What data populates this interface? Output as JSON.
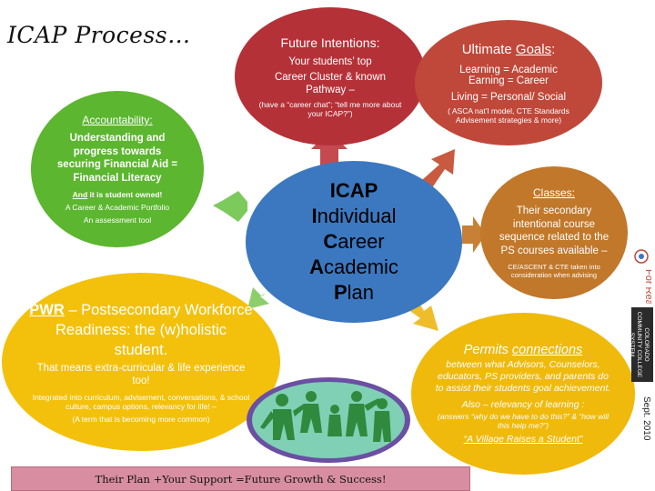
{
  "title": "ICAP Process…",
  "center": {
    "line1": "ICAP",
    "l2_big": "I",
    "l2_rest": "ndividual",
    "l3_big": "C",
    "l3_rest": "areer",
    "l4_big": "A",
    "l4_rest": "cademic",
    "l5_big": "P",
    "l5_rest": "lan"
  },
  "future": {
    "heading": "Future Intentions:",
    "line1": "Your students’ top",
    "line2": "Career Cluster & known Pathway –",
    "note": "(have a “career chat”; “tell me more about your ICAP?”)"
  },
  "goals": {
    "heading_a": "Ultimate ",
    "heading_b": "Goals",
    "heading_c": ":",
    "line1": "Learning = Academic",
    "line2": "Earning = Career",
    "line3": "Living  = Personal/ Social",
    "note": "( ASCA nat’l model, CTE Standards Advisement strategies & more)"
  },
  "classes": {
    "heading": "Classes:",
    "body": "Their secondary intentional course sequence related to the PS courses available –",
    "note": "CE/ASCENT & CTE taken into consideration when advising"
  },
  "permits": {
    "heading_a": "Permits ",
    "heading_b": "connections",
    "body": "between what Advisors, Counselors, educators, PS providers, and parents do to assist their students goal achievement.",
    "line2": "Also – relevancy of learning :",
    "line3": "(answers “why do we have to do this?” & “how will this help me?”)",
    "link": "“A Village Raises a Student”"
  },
  "pwr": {
    "heading_a": "PWR",
    "heading_b": " – Postsecondary Workforce Readiness: the (w)holistic student.",
    "line2": "That means extra-curricular & life experience too!",
    "line3": "Integrated into curriculum, advisement, conversations, & school culture, campus options, relevancy for life! –",
    "line4": "(A term that is becoming more common)"
  },
  "accountability": {
    "heading": "Accountability:",
    "body": "Understanding and progress towards securing Financial Aid = Financial Literacy",
    "line2_a": "And",
    "line2_b": " it is student owned!",
    "line3": "A Career & Academic Portfolio",
    "line4": "An assessment tool"
  },
  "footer": "Their Plan +Your Support =Future Growth  & Success!",
  "side_date": "Sept. 2010",
  "side_logo_text": "COLORADO COMMUNITY COLLEGE SYSTEM",
  "side_forreal": "For Real",
  "colors": {
    "center": "#3b78c0",
    "future": "#b53138",
    "goals": "#c0483a",
    "classes": "#c1782a",
    "permits": "#efba0c",
    "pwr": "#f3c10c",
    "accountability": "#5cb62f",
    "footer": "#d88ea0"
  }
}
